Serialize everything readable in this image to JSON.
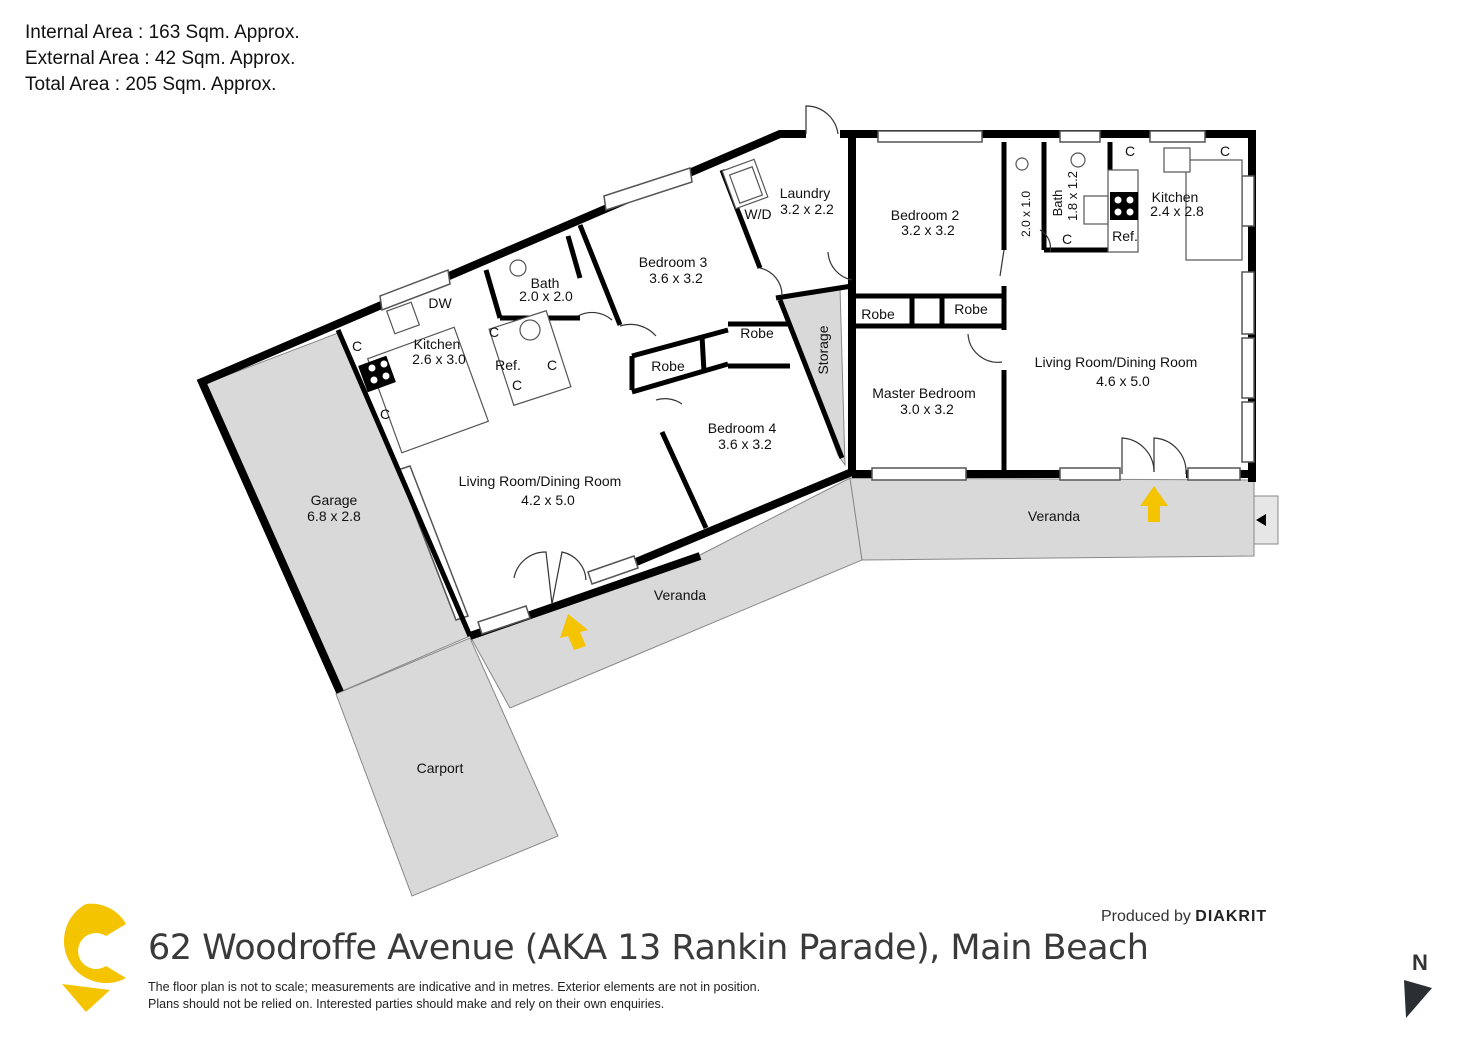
{
  "areas": {
    "internal": "Internal Area : 163 Sqm. Approx.",
    "external": "External Area : 42 Sqm. Approx.",
    "total": "Total Area : 205 Sqm. Approx."
  },
  "rooms": {
    "garage": {
      "name": "Garage",
      "size": "6.8 x 2.8"
    },
    "carport": {
      "name": "Carport"
    },
    "kitchen1": {
      "name": "Kitchen",
      "size": "2.6 x 3.0"
    },
    "bath1": {
      "name": "Bath",
      "size": "2.0 x 2.0"
    },
    "bedroom3": {
      "name": "Bedroom 3",
      "size": "3.6 x 3.2"
    },
    "laundry": {
      "name": "Laundry",
      "size": "3.2 x 2.2"
    },
    "bedroom2": {
      "name": "Bedroom 2",
      "size": "3.2 x 3.2"
    },
    "bath2": {
      "name": "Bath",
      "size": "1.8 x 1.2"
    },
    "wc": {
      "size": "2.0 x 1.0"
    },
    "kitchen2": {
      "name": "Kitchen",
      "size": "2.4 x 2.8"
    },
    "living1": {
      "name": "Living Room/Dining Room",
      "size": "4.2 x 5.0"
    },
    "bedroom4": {
      "name": "Bedroom 4",
      "size": "3.6 x 3.2"
    },
    "master": {
      "name": "Master Bedroom",
      "size": "3.0 x 3.2"
    },
    "living2": {
      "name": "Living Room/Dining Room",
      "size": "4.6 x 5.0"
    },
    "storage": {
      "name": "Storage"
    },
    "veranda1": {
      "name": "Veranda"
    },
    "veranda2": {
      "name": "Veranda"
    }
  },
  "labels": {
    "robe": "Robe",
    "cupboard": "C",
    "fridge": "Ref.",
    "dishwasher": "DW",
    "washer_dryer": "W/D"
  },
  "footer": {
    "address": "62 Woodroffe Avenue (AKA 13 Rankin Parade), Main Beach",
    "disclaimer_line1": "The floor plan is not to scale; measurements are indicative and in metres. Exterior elements are not in position.",
    "disclaimer_line2": "Plans should not be relied on. Interested parties should make and rely on their own enquiries.",
    "produced_prefix": "Produced by",
    "produced_brand": "DIAKRIT",
    "north": "N"
  },
  "colors": {
    "wall": "#000000",
    "external_fill": "#d9d9d9",
    "entry_arrow": "#f5c400",
    "logo": "#f5c400"
  }
}
